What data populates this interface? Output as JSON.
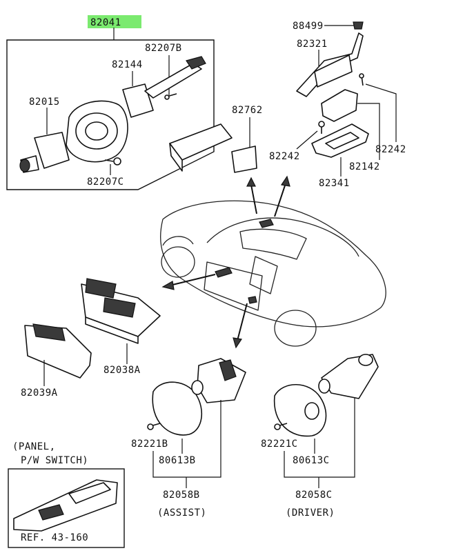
{
  "labels": {
    "p82041": "82041",
    "p82207b": "82207B",
    "p82144": "82144",
    "p82015": "82015",
    "p82207c": "82207C",
    "p88499": "88499",
    "p82321": "82321",
    "p82762": "82762",
    "p82242a": "82242",
    "p82242b": "82242",
    "p82142": "82142",
    "p82341": "82341",
    "p82038a": "82038A",
    "p82039a": "82039A",
    "p82221b": "82221B",
    "p80613b": "80613B",
    "p82058b": "82058B",
    "assist": "(ASSIST)",
    "p82221c": "82221C",
    "p80613c": "80613C",
    "p82058c": "82058C",
    "driver": "(DRIVER)",
    "panel_line1": "(PANEL,",
    "panel_line2": "P/W SWITCH)",
    "ref": "REF. 43-160"
  },
  "colors": {
    "highlight": "#7bea6f",
    "ink": "#111111"
  }
}
